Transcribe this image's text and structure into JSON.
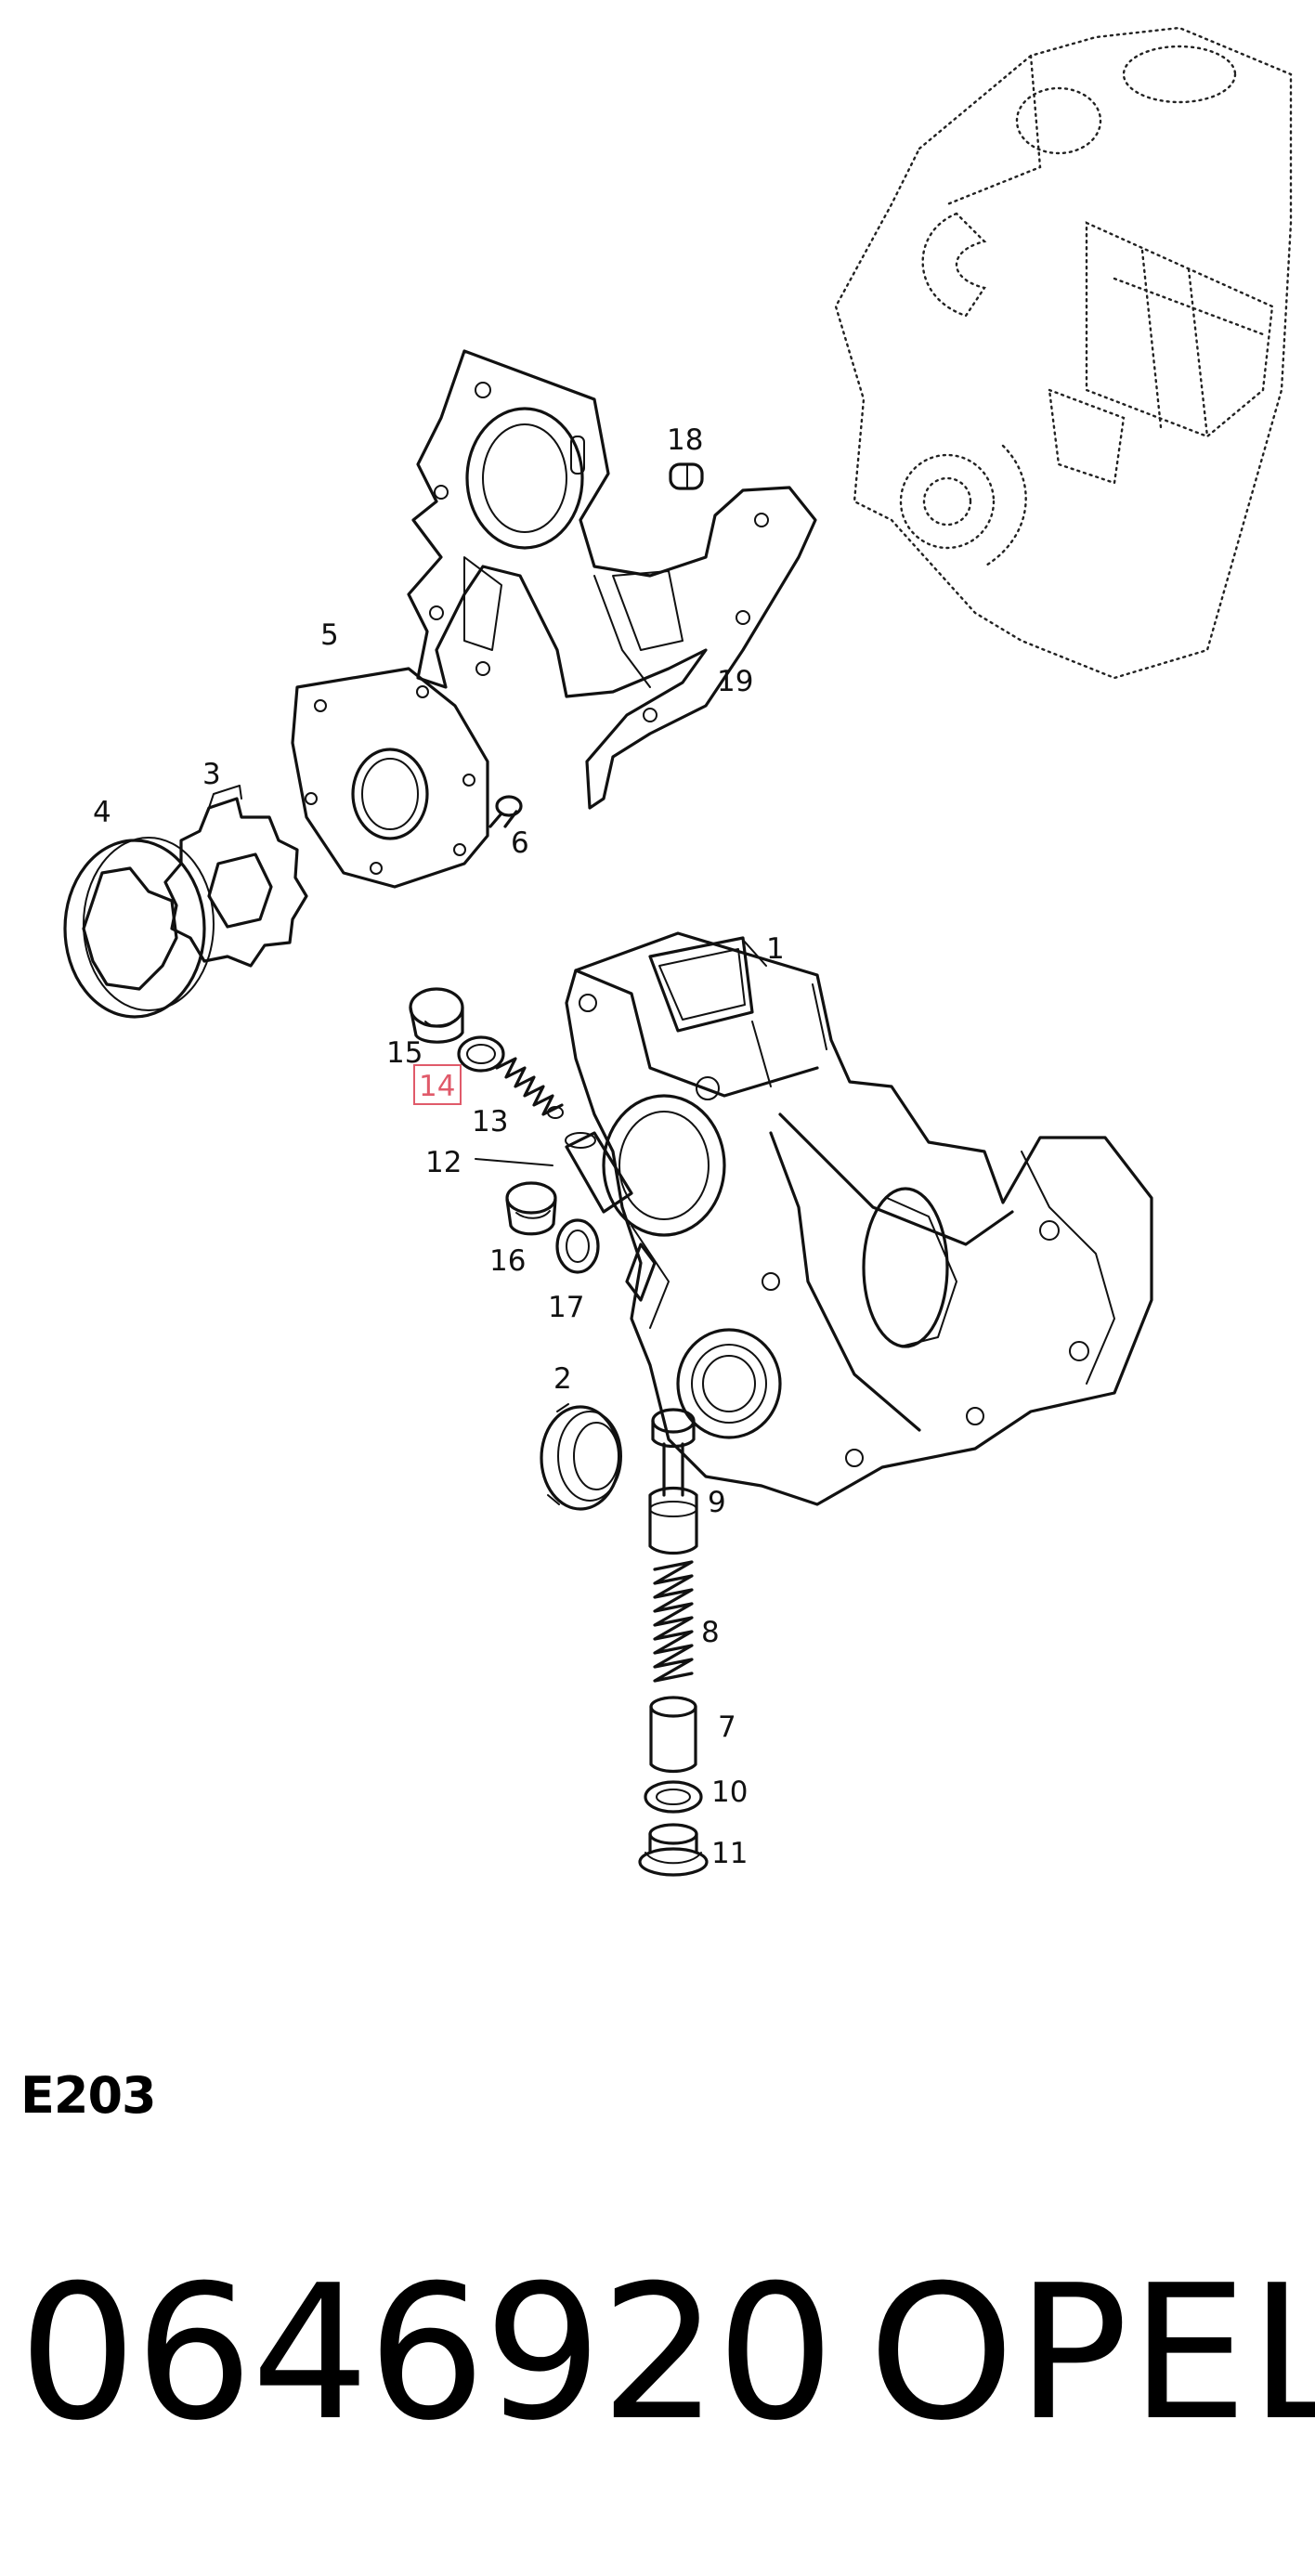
{
  "diagram": {
    "callouts": [
      "1",
      "2",
      "3",
      "4",
      "5",
      "6",
      "7",
      "8",
      "9",
      "10",
      "11",
      "12",
      "13",
      "14",
      "15",
      "16",
      "17",
      "18",
      "19"
    ],
    "highlighted_callout": "14",
    "highlight_color": "#e05a6a",
    "line_color": "#111111"
  },
  "footer": {
    "section_code": "E203",
    "part_number": "0646920",
    "brand": "OPEL"
  }
}
